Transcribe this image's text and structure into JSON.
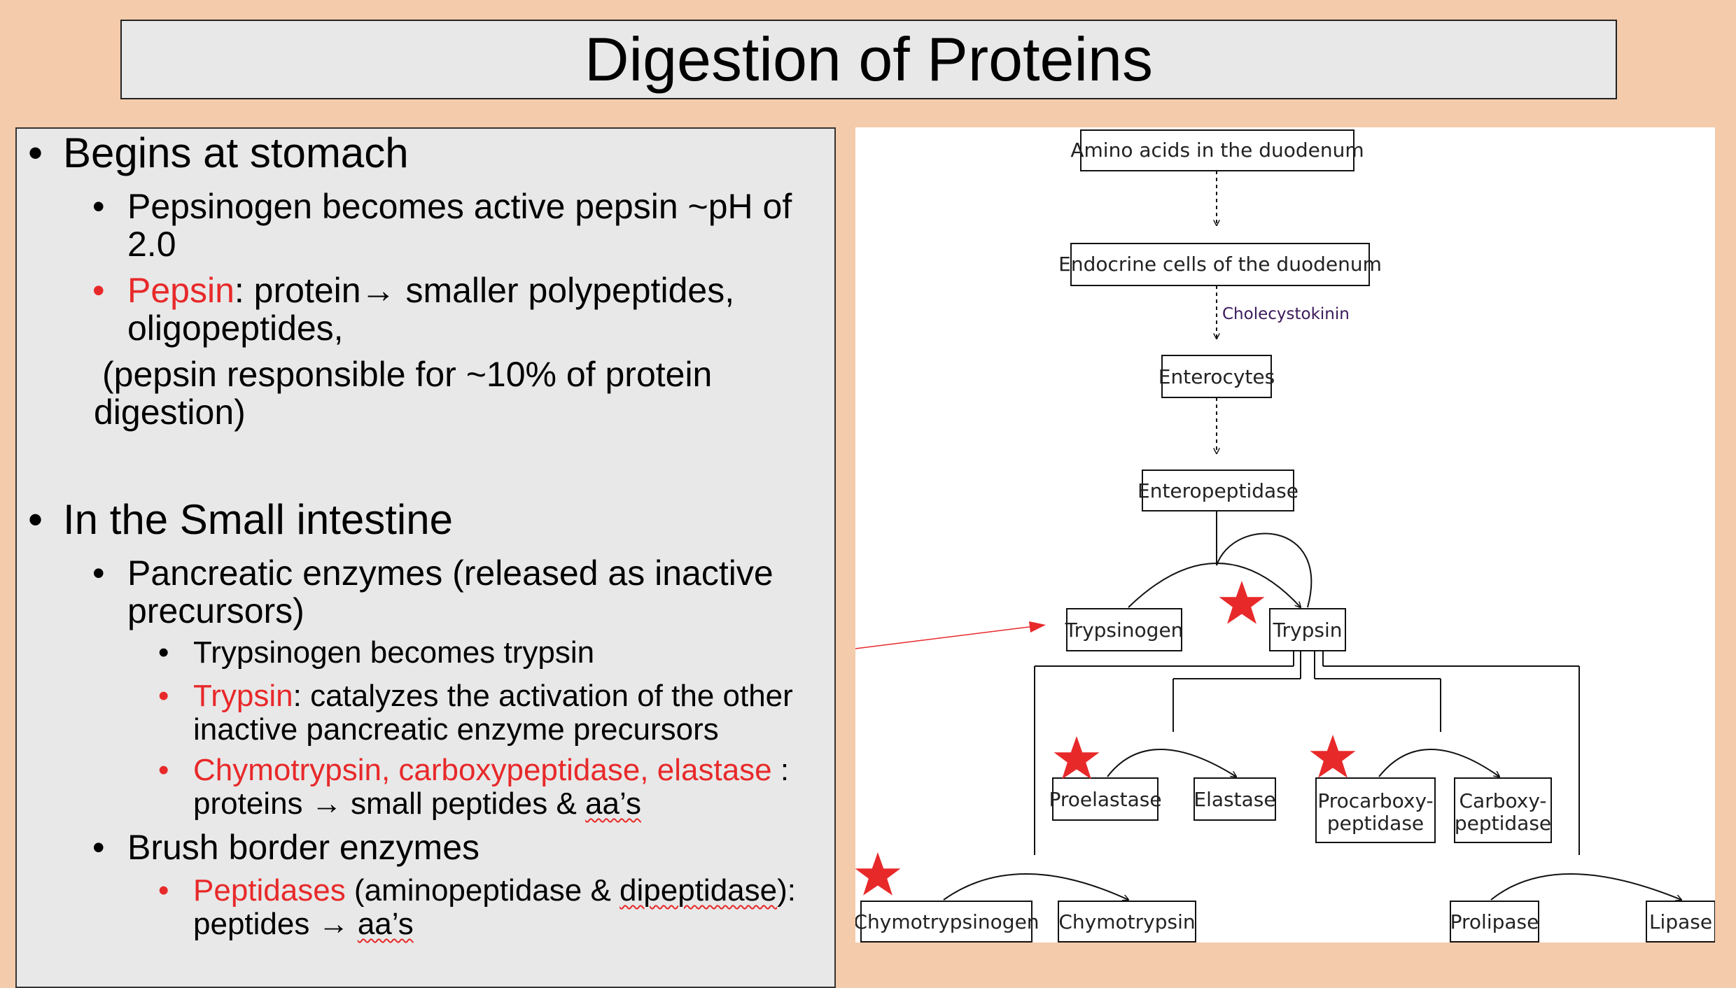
{
  "title": "Digestion of Proteins",
  "left": {
    "stomach": {
      "heading": "Begins at stomach",
      "pepsinogen": [
        "Pepsinogen becomes active pepsin ~pH of",
        "2.0"
      ],
      "pepsin_term": "Pepsin",
      "pepsin_rest": ": protein→ smaller polypeptides,",
      "pepsin_line2": "oligopeptides,",
      "note": [
        " (pepsin responsible for ~10% of protein",
        "digestion)"
      ]
    },
    "intestine": {
      "heading": "In the Small intestine",
      "pancreatic": [
        "Pancreatic enzymes (released as inactive",
        "precursors)"
      ],
      "trypsinogen": "Trypsinogen becomes trypsin",
      "trypsin_term": "Trypsin",
      "trypsin_rest": ":  catalyzes the activation of the other",
      "trypsin_line2": "inactive pancreatic enzyme precursors",
      "chymo_term": "Chymotrypsin, carboxypeptidase, elastase",
      "chymo_rest": " :",
      "chymo_line2_a": "proteins  → small peptides & ",
      "chymo_line2_b": "aa’s",
      "brush": "Brush border enzymes",
      "peptidases_term": "Peptidases",
      "peptidases_rest_a": " (aminopeptidase & ",
      "peptidases_rest_b": "dipeptidase",
      "peptidases_rest_c": "):",
      "peptidases_line2_a": "peptides → ",
      "peptidases_line2_b": "aa’s"
    }
  },
  "diagram": {
    "nodes": {
      "amino": "Amino acids in the duodenum",
      "endocrine": "Endocrine cells of the duodenum",
      "enterocytes": "Enterocytes",
      "enteropeptidase": "Enteropeptidase",
      "trypsinogen": "Trypsinogen",
      "trypsin": "Trypsin",
      "proelastase": "Proelastase",
      "elastase": "Elastase",
      "procarboxy": [
        "Procarboxy-",
        "peptidase"
      ],
      "carboxy": [
        "Carboxy-",
        "peptidase"
      ],
      "chymotrypsinogen": "Chymotrypsinogen",
      "chymotrypsin": "Chymotrypsin",
      "prolipase": "Prolipase",
      "lipase": "Lipase"
    },
    "cholecystokinin": "Cholecystokinin",
    "colors": {
      "star": "#e8292a",
      "pointer": "#e8292a",
      "line": "#111111"
    }
  }
}
